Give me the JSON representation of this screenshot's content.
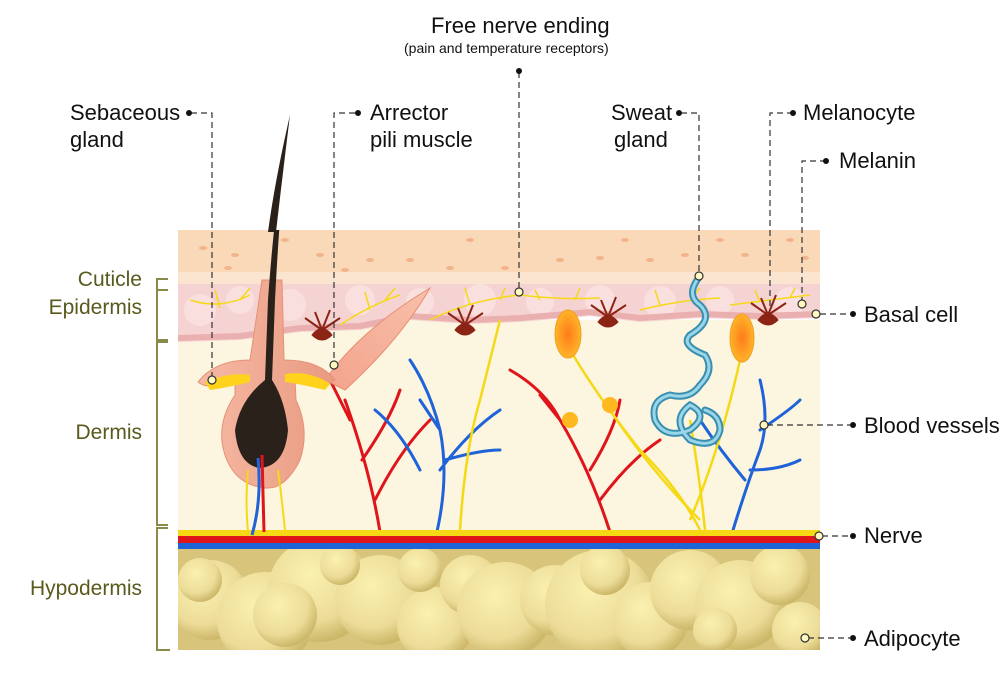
{
  "title": "Free nerve ending",
  "subtitle": "(pain and temperature receptors)",
  "labels": {
    "sebaceous_1": "Sebaceous",
    "sebaceous_2": "gland",
    "arrector_1": "Arrector",
    "arrector_2": "pili muscle",
    "sweat_1": "Sweat",
    "sweat_2": "gland",
    "melanocyte": "Melanocyte",
    "melanin": "Melanin",
    "basal_cell": "Basal cell",
    "blood_vessels": "Blood vessels",
    "nerve": "Nerve",
    "adipocyte": "Adipocyte"
  },
  "layers": {
    "cuticle": "Cuticle",
    "epidermis": "Epidermis",
    "dermis": "Dermis",
    "hypodermis": "Hypodermis"
  },
  "colors": {
    "cuticle": "#fad9b8",
    "epidermis": "#f6d3d3",
    "dermis": "#fcf5df",
    "hypodermis": "#e6d58c",
    "artery": "#e0141b",
    "vein": "#1f63d8",
    "nerve": "#f5d915",
    "sweat_duct": "#5bb3d0",
    "hair": "#2b211b",
    "follicle": "#f0a58a",
    "melanocyte": "#8b2415",
    "layer_text": "#5a5a1e"
  }
}
